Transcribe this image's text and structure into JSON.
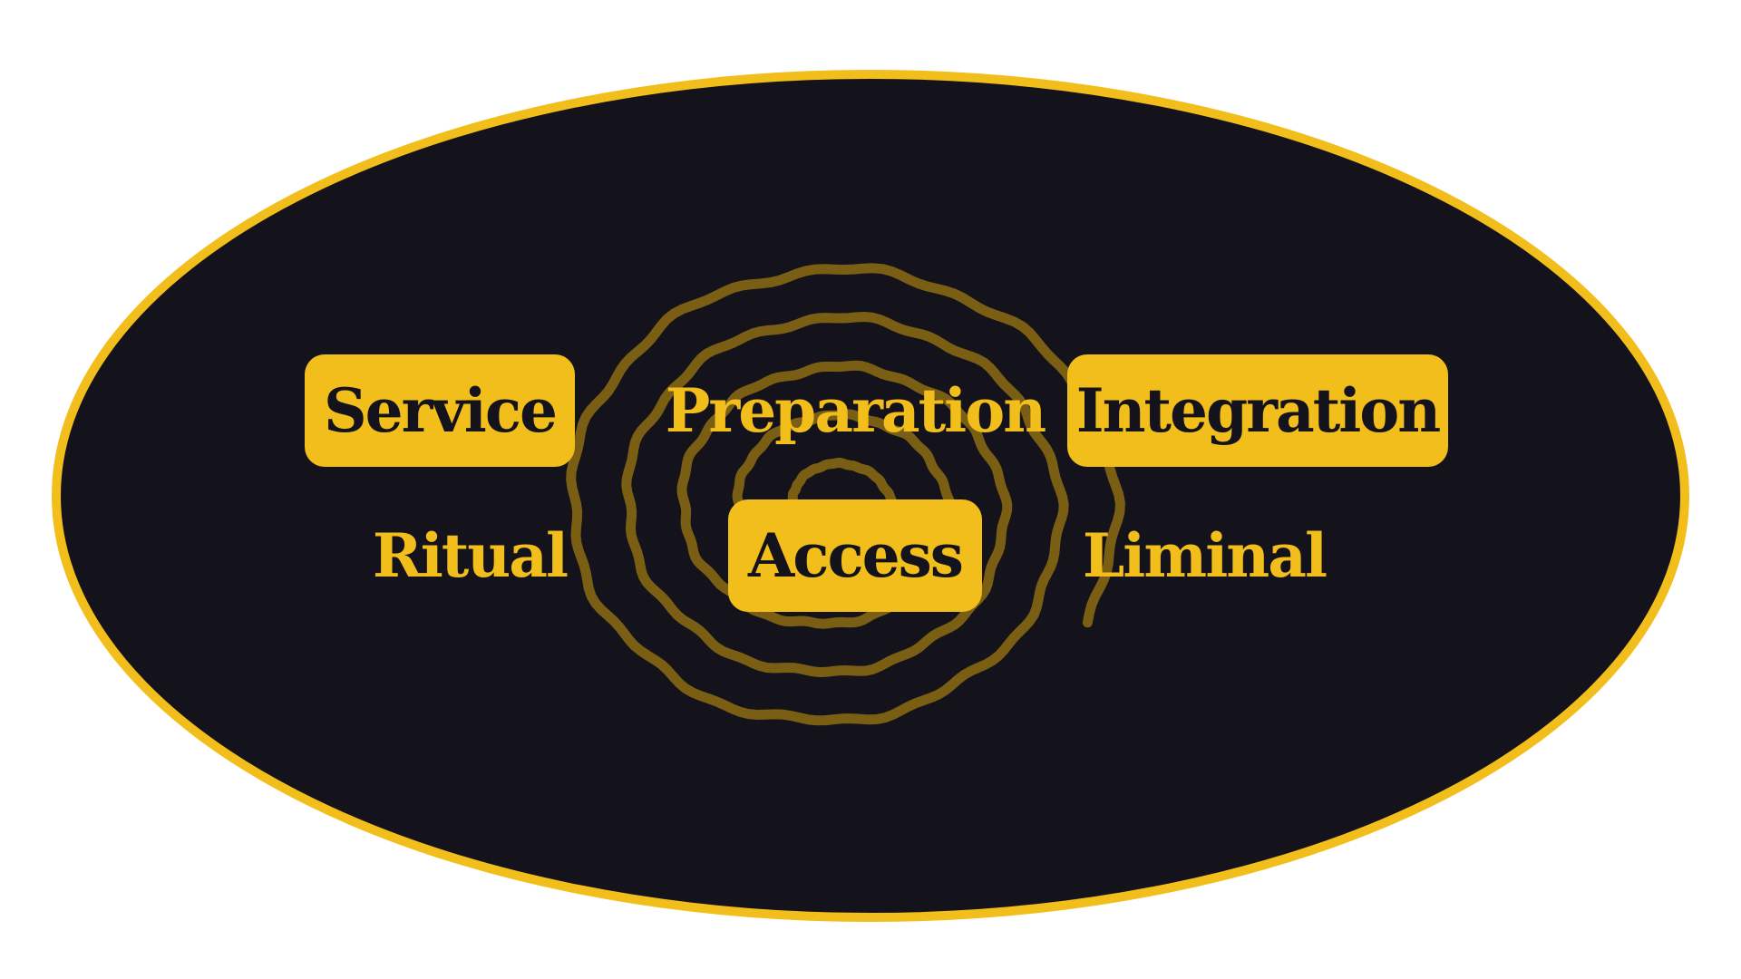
{
  "colors": {
    "background": "#14121B",
    "accent": "#F2BE1B",
    "spiral": "#7A5E14",
    "page": "#FFFFFF"
  },
  "words": {
    "service": "Service",
    "preparation": "Preparation",
    "integration": "Integration",
    "ritual": "Ritual",
    "access": "Access",
    "liminal": "Liminal"
  }
}
